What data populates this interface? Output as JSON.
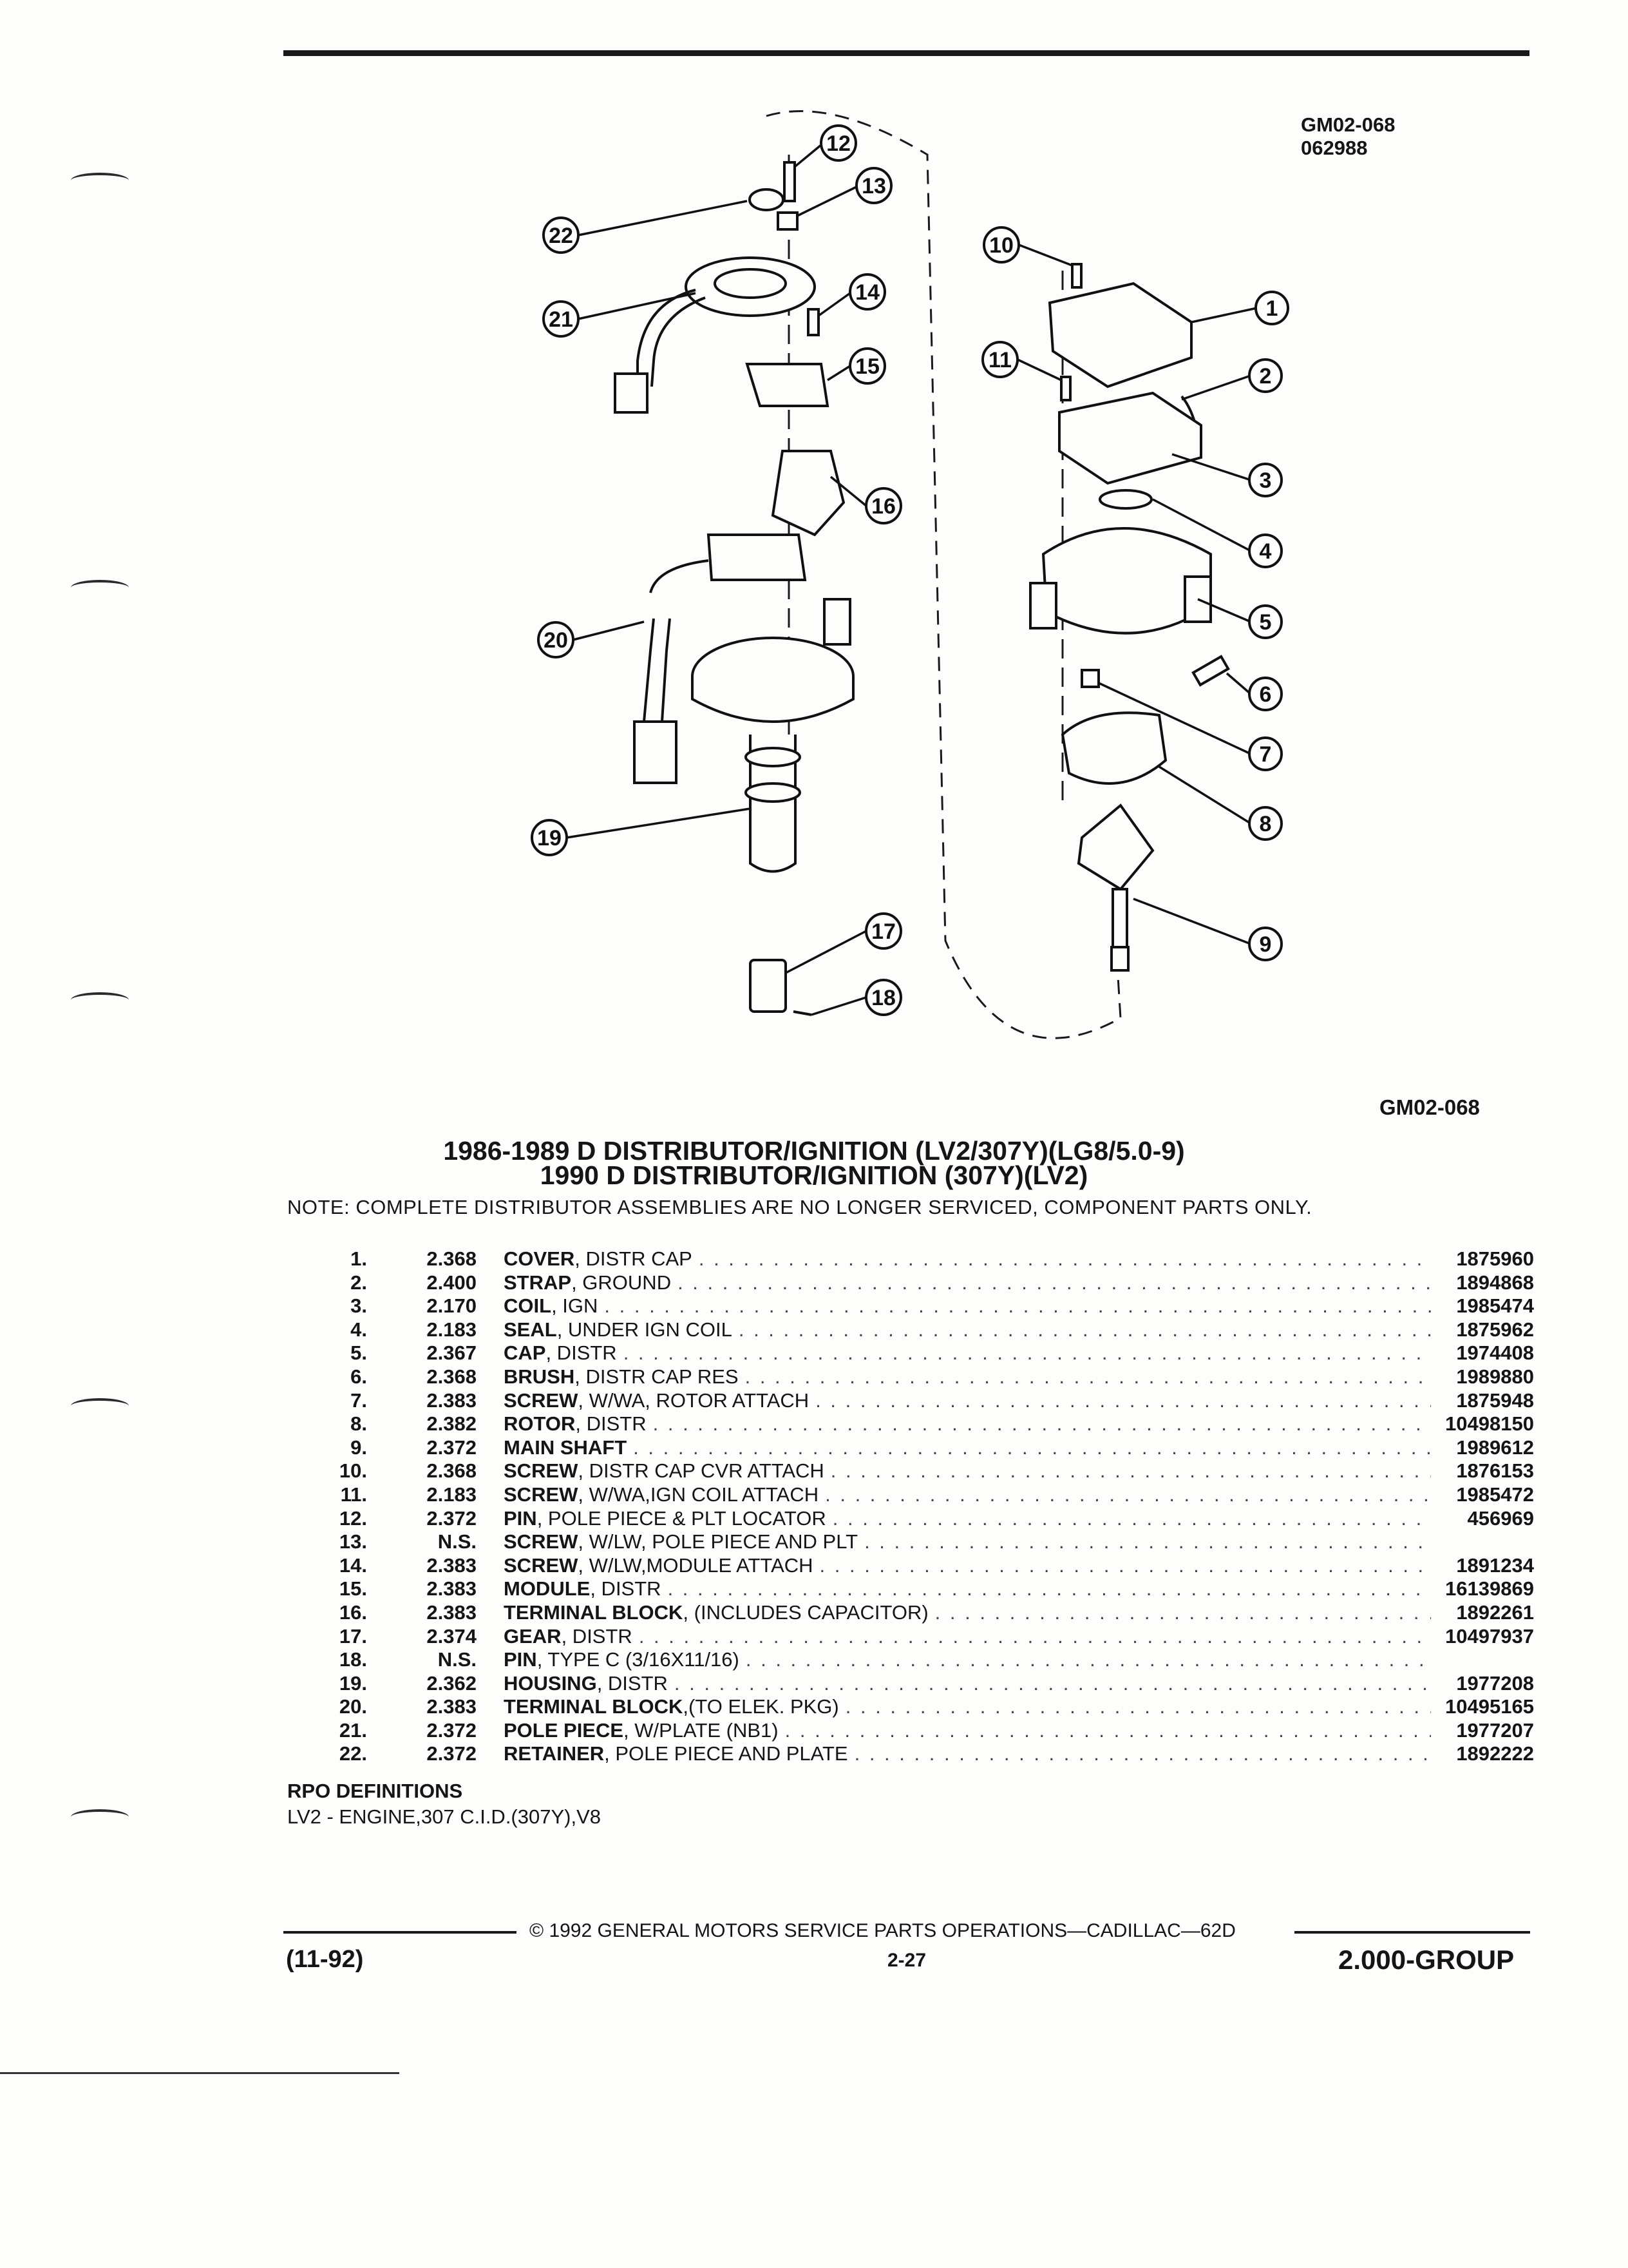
{
  "figure": {
    "code": "GM02-068",
    "date_code": "062988",
    "bottom_code": "GM02-068",
    "callouts": [
      "1",
      "2",
      "3",
      "4",
      "5",
      "6",
      "7",
      "8",
      "9",
      "10",
      "11",
      "12",
      "13",
      "14",
      "15",
      "16",
      "17",
      "18",
      "19",
      "20",
      "21",
      "22"
    ]
  },
  "title": {
    "line1": "1986-1989 D DISTRIBUTOR/IGNITION (LV2/307Y)(LG8/5.0-9)",
    "line2": "1990 D DISTRIBUTOR/IGNITION (307Y)(LV2)"
  },
  "note": "NOTE:  COMPLETE DISTRIBUTOR ASSEMBLIES ARE NO LONGER SERVICED, COMPONENT PARTS ONLY.",
  "parts": [
    {
      "num": "1.",
      "group": "2.368",
      "name": "COVER",
      "qualifier": " , DISTR CAP",
      "part_no": "1875960"
    },
    {
      "num": "2.",
      "group": "2.400",
      "name": "STRAP",
      "qualifier": " , GROUND",
      "part_no": "1894868"
    },
    {
      "num": "3.",
      "group": "2.170",
      "name": "COIL",
      "qualifier": " , IGN",
      "part_no": "1985474"
    },
    {
      "num": "4.",
      "group": "2.183",
      "name": "SEAL",
      "qualifier": " , UNDER IGN COIL",
      "part_no": "1875962"
    },
    {
      "num": "5.",
      "group": "2.367",
      "name": "CAP",
      "qualifier": " , DISTR",
      "part_no": "1974408"
    },
    {
      "num": "6.",
      "group": "2.368",
      "name": "BRUSH",
      "qualifier": " , DISTR CAP RES",
      "part_no": "1989880"
    },
    {
      "num": "7.",
      "group": "2.383",
      "name": "SCREW",
      "qualifier": " , W/WA, ROTOR ATTACH",
      "part_no": "1875948"
    },
    {
      "num": "8.",
      "group": "2.382",
      "name": "ROTOR",
      "qualifier": " , DISTR",
      "part_no": "10498150"
    },
    {
      "num": "9.",
      "group": "2.372",
      "name": "MAIN SHAFT",
      "qualifier": "",
      "part_no": "1989612"
    },
    {
      "num": "10.",
      "group": "2.368",
      "name": "SCREW",
      "qualifier": " , DISTR CAP CVR ATTACH",
      "part_no": "1876153"
    },
    {
      "num": "11.",
      "group": "2.183",
      "name": "SCREW",
      "qualifier": " , W/WA,IGN COIL ATTACH",
      "part_no": "1985472"
    },
    {
      "num": "12.",
      "group": "2.372",
      "name": "PIN",
      "qualifier": " , POLE PIECE & PLT LOCATOR",
      "part_no": "456969"
    },
    {
      "num": "13.",
      "group": "N.S.",
      "name": "SCREW",
      "qualifier": " , W/LW, POLE PIECE AND PLT",
      "part_no": ""
    },
    {
      "num": "14.",
      "group": "2.383",
      "name": "SCREW",
      "qualifier": " , W/LW,MODULE ATTACH",
      "part_no": "1891234"
    },
    {
      "num": "15.",
      "group": "2.383",
      "name": "MODULE",
      "qualifier": " , DISTR",
      "part_no": "16139869"
    },
    {
      "num": "16.",
      "group": "2.383",
      "name": "TERMINAL BLOCK",
      "qualifier": " , (INCLUDES CAPACITOR)",
      "part_no": "1892261"
    },
    {
      "num": "17.",
      "group": "2.374",
      "name": "GEAR",
      "qualifier": " , DISTR",
      "part_no": "10497937"
    },
    {
      "num": "18.",
      "group": "N.S.",
      "name": "PIN",
      "qualifier": " , TYPE C (3/16X11/16)",
      "part_no": ""
    },
    {
      "num": "19.",
      "group": "2.362",
      "name": "HOUSING",
      "qualifier": " , DISTR",
      "part_no": "1977208"
    },
    {
      "num": "20.",
      "group": "2.383",
      "name": "TERMINAL BLOCK",
      "qualifier": " ,(TO ELEK. PKG)",
      "part_no": "10495165"
    },
    {
      "num": "21.",
      "group": "2.372",
      "name": "POLE PIECE",
      "qualifier": " , W/PLATE (NB1)",
      "part_no": "1977207"
    },
    {
      "num": "22.",
      "group": "2.372",
      "name": "RETAINER",
      "qualifier": " , POLE PIECE AND PLATE",
      "part_no": "1892222"
    }
  ],
  "rpo": {
    "heading": "RPO DEFINITIONS",
    "items": [
      "LV2 - ENGINE,307 C.I.D.(307Y),V8"
    ]
  },
  "footer": {
    "copyright": "© 1992 GENERAL MOTORS SERVICE PARTS OPERATIONS—CADILLAC—62D",
    "date": "(11-92)",
    "page": "2-27",
    "group": "2.000-GROUP"
  }
}
